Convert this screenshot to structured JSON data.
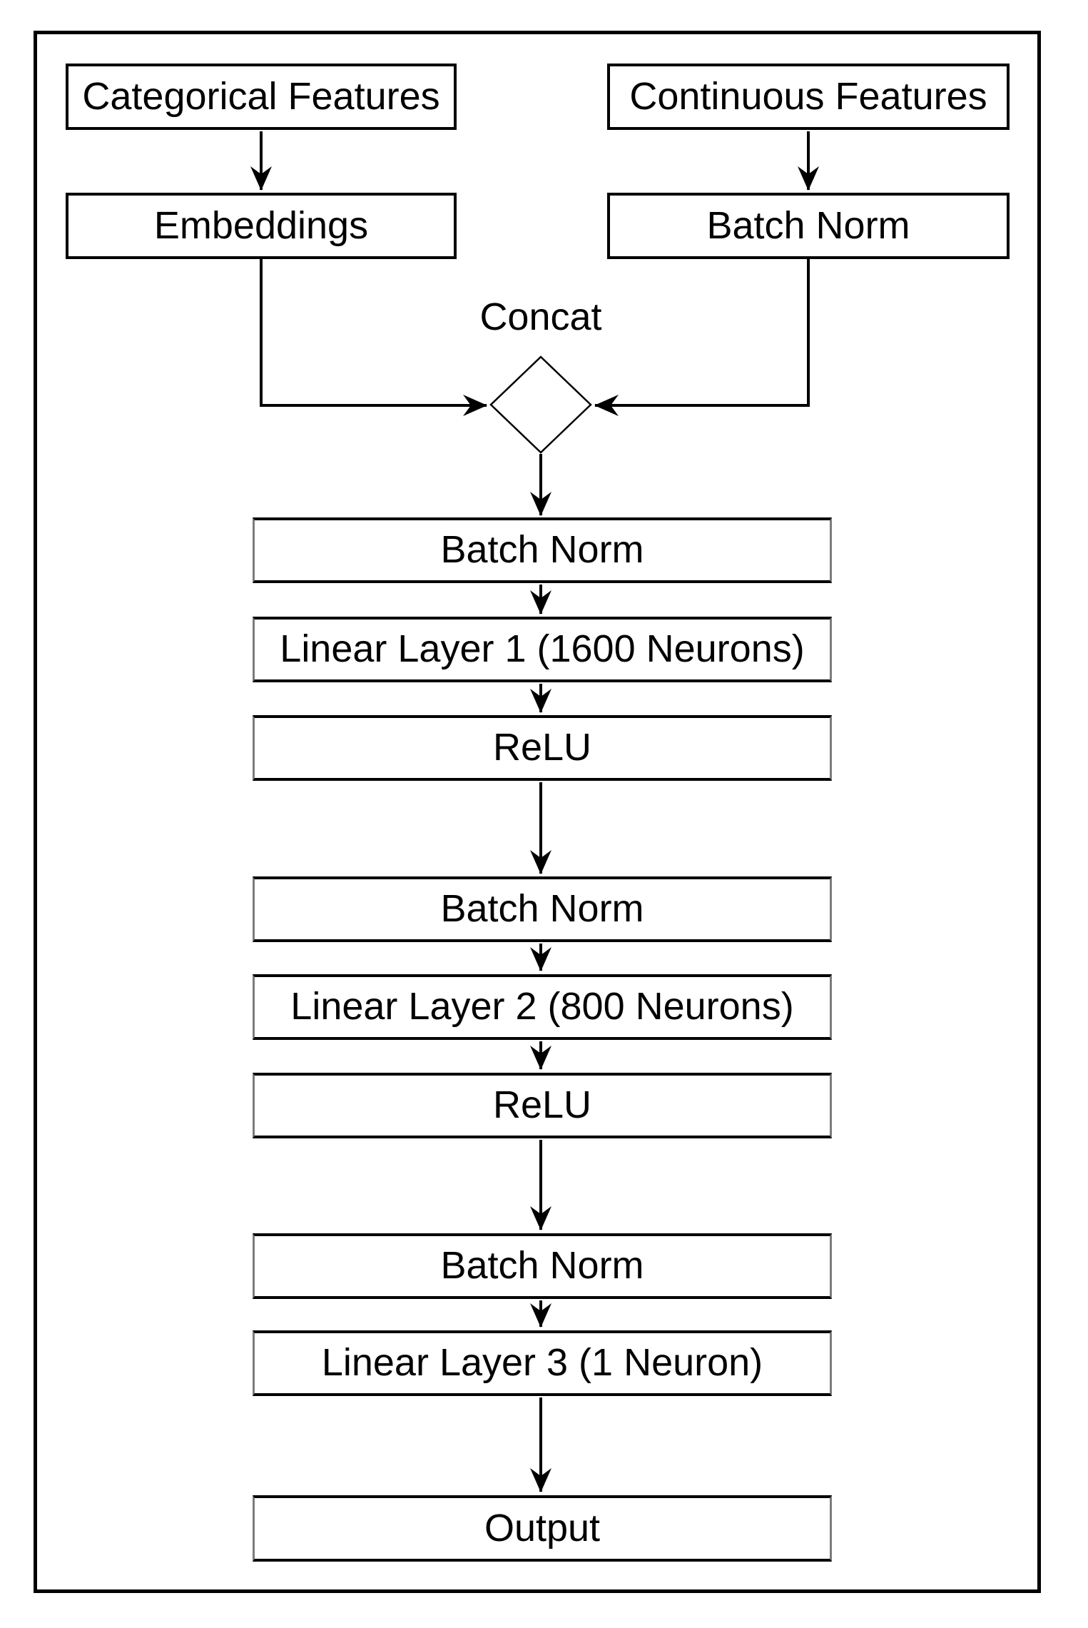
{
  "diagram": {
    "kind": "flowchart",
    "background_color": "#ffffff",
    "stroke_color": "#000000",
    "text_color": "#000000",
    "nodes": {
      "categorical_features": "Categorical Features",
      "continuous_features": "Continuous Features",
      "embeddings": "Embeddings",
      "batch_norm_continuous": "Batch Norm",
      "concat": "Concat",
      "batch_norm_1": "Batch Norm",
      "linear_layer_1": "Linear Layer 1 (1600 Neurons)",
      "relu_1": "ReLU",
      "batch_norm_2": "Batch Norm",
      "linear_layer_2": "Linear Layer 2 (800 Neurons)",
      "relu_2": "ReLU",
      "batch_norm_3": "Batch Norm",
      "linear_layer_3": "Linear Layer 3 (1 Neuron)",
      "output": "Output"
    },
    "edges": [
      {
        "from": "categorical_features",
        "to": "embeddings"
      },
      {
        "from": "continuous_features",
        "to": "batch_norm_continuous"
      },
      {
        "from": "embeddings",
        "to": "concat"
      },
      {
        "from": "batch_norm_continuous",
        "to": "concat"
      },
      {
        "from": "concat",
        "to": "batch_norm_1"
      },
      {
        "from": "batch_norm_1",
        "to": "linear_layer_1"
      },
      {
        "from": "linear_layer_1",
        "to": "relu_1"
      },
      {
        "from": "relu_1",
        "to": "batch_norm_2"
      },
      {
        "from": "batch_norm_2",
        "to": "linear_layer_2"
      },
      {
        "from": "linear_layer_2",
        "to": "relu_2"
      },
      {
        "from": "relu_2",
        "to": "batch_norm_3"
      },
      {
        "from": "batch_norm_3",
        "to": "linear_layer_3"
      },
      {
        "from": "linear_layer_3",
        "to": "output"
      }
    ]
  }
}
